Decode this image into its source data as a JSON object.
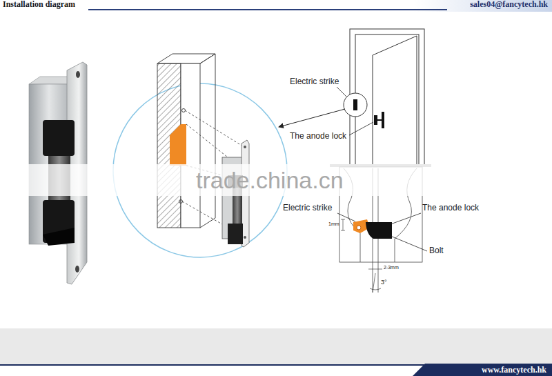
{
  "diagram": {
    "title": "Installation diagram",
    "labels": [
      "sales04@fancytech.hk",
      "Electric strike",
      "The anode lock",
      "Electric strike",
      "The anode lock",
      "Bolt",
      "1mm",
      "2-3mm",
      "3°",
      "trade.china.cn",
      "www.fancytech.hk"
    ]
  }
}
